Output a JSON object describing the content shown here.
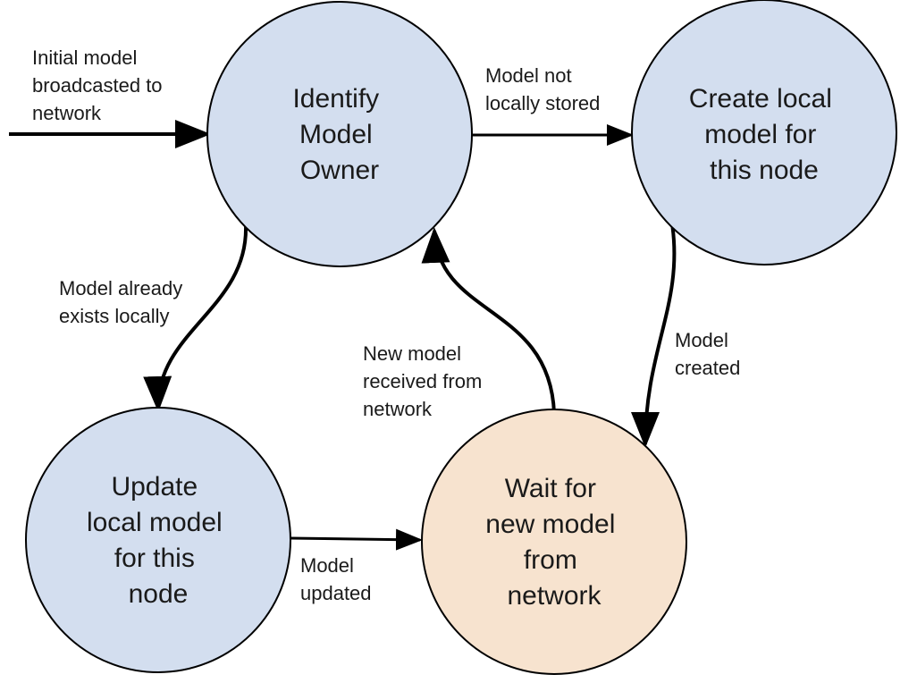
{
  "colors": {
    "process_fill": "#d3deef",
    "wait_fill": "#f7e3cf",
    "stroke": "#000000",
    "text": "#1a1a1a"
  },
  "nodes": {
    "identify": {
      "lines": [
        "Identify",
        "Model",
        "Owner"
      ],
      "fill": "process"
    },
    "create": {
      "lines": [
        "Create local",
        "model for",
        "this node"
      ],
      "fill": "process"
    },
    "update": {
      "lines": [
        "Update",
        "local model",
        "for this",
        "node"
      ],
      "fill": "process"
    },
    "wait": {
      "lines": [
        "Wait for",
        "new model",
        "from",
        "network"
      ],
      "fill": "wait"
    }
  },
  "edges": {
    "initial": {
      "lines": [
        "Initial model",
        "broadcasted to",
        "network"
      ]
    },
    "not_stored": {
      "lines": [
        "Model not",
        "locally stored"
      ]
    },
    "exists": {
      "lines": [
        "Model already",
        "exists locally"
      ]
    },
    "created": {
      "lines": [
        "Model",
        "created"
      ]
    },
    "received": {
      "lines": [
        "New model",
        "received from",
        "network"
      ]
    },
    "updated": {
      "lines": [
        "Model",
        "updated"
      ]
    }
  }
}
